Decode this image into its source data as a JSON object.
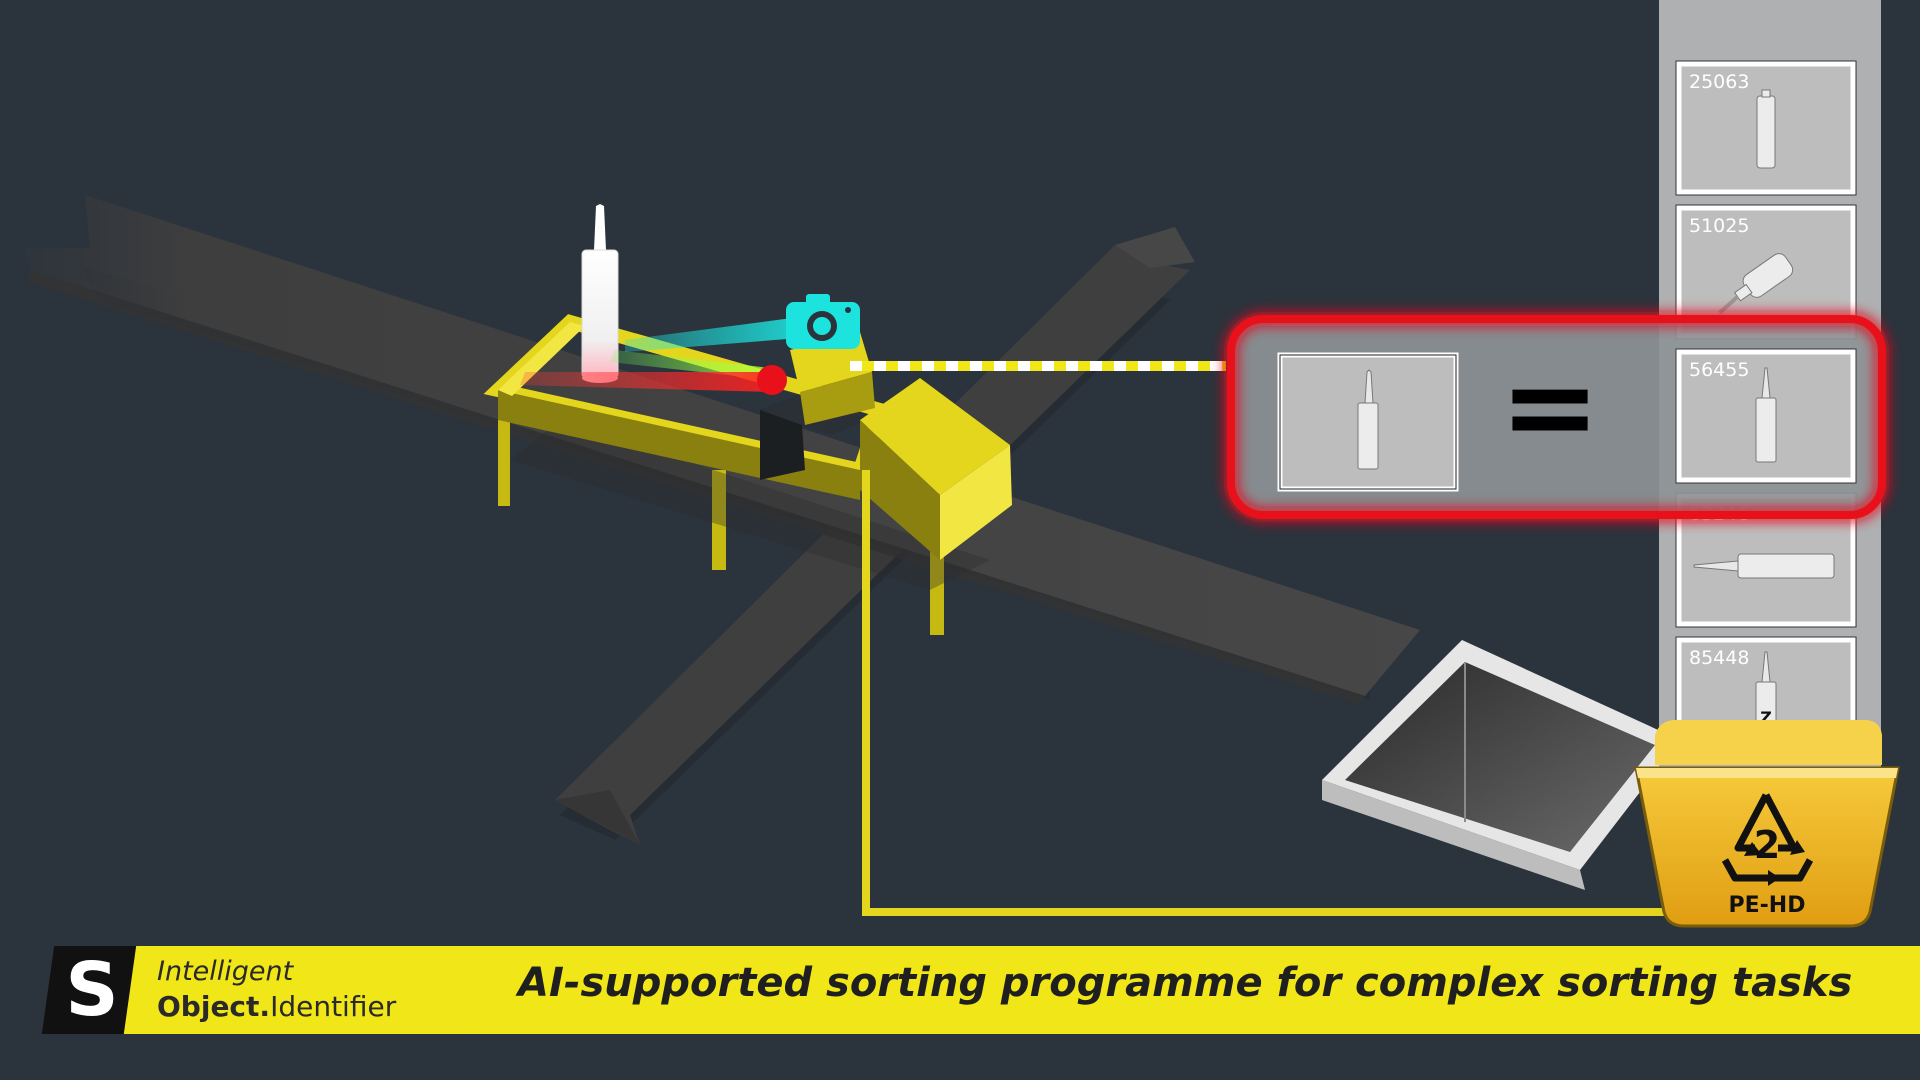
{
  "brand": {
    "logo_letter": "S",
    "line1": "Intelligent",
    "line2_bold": "Object.",
    "line2_regular": "Identifier"
  },
  "caption": {
    "title": "AI-supported sorting programme for complex sorting tasks"
  },
  "catalog": {
    "items": [
      {
        "id": "25063",
        "shape": "cartridge-flat-top"
      },
      {
        "id": "51025",
        "shape": "cartridge-tilted"
      },
      {
        "id": "56455",
        "shape": "cartridge-nozzle"
      },
      {
        "id": "63246",
        "shape": "cartridge-horizontal"
      },
      {
        "id": "85448",
        "shape": "cartridge-marked-z"
      }
    ],
    "item_85448_mark": "Z"
  },
  "match": {
    "equals_symbol": "="
  },
  "bin": {
    "recycling_code": "2",
    "material": "PE-HD"
  },
  "colors": {
    "background": "#2b333d",
    "accent_yellow": "#f1e617",
    "machine_yellow": "#e3d61c",
    "match_highlight": "#e8101a",
    "camera": "#1de3de"
  },
  "icons": {
    "camera": "camera-icon",
    "recycle": "recycle-icon"
  }
}
